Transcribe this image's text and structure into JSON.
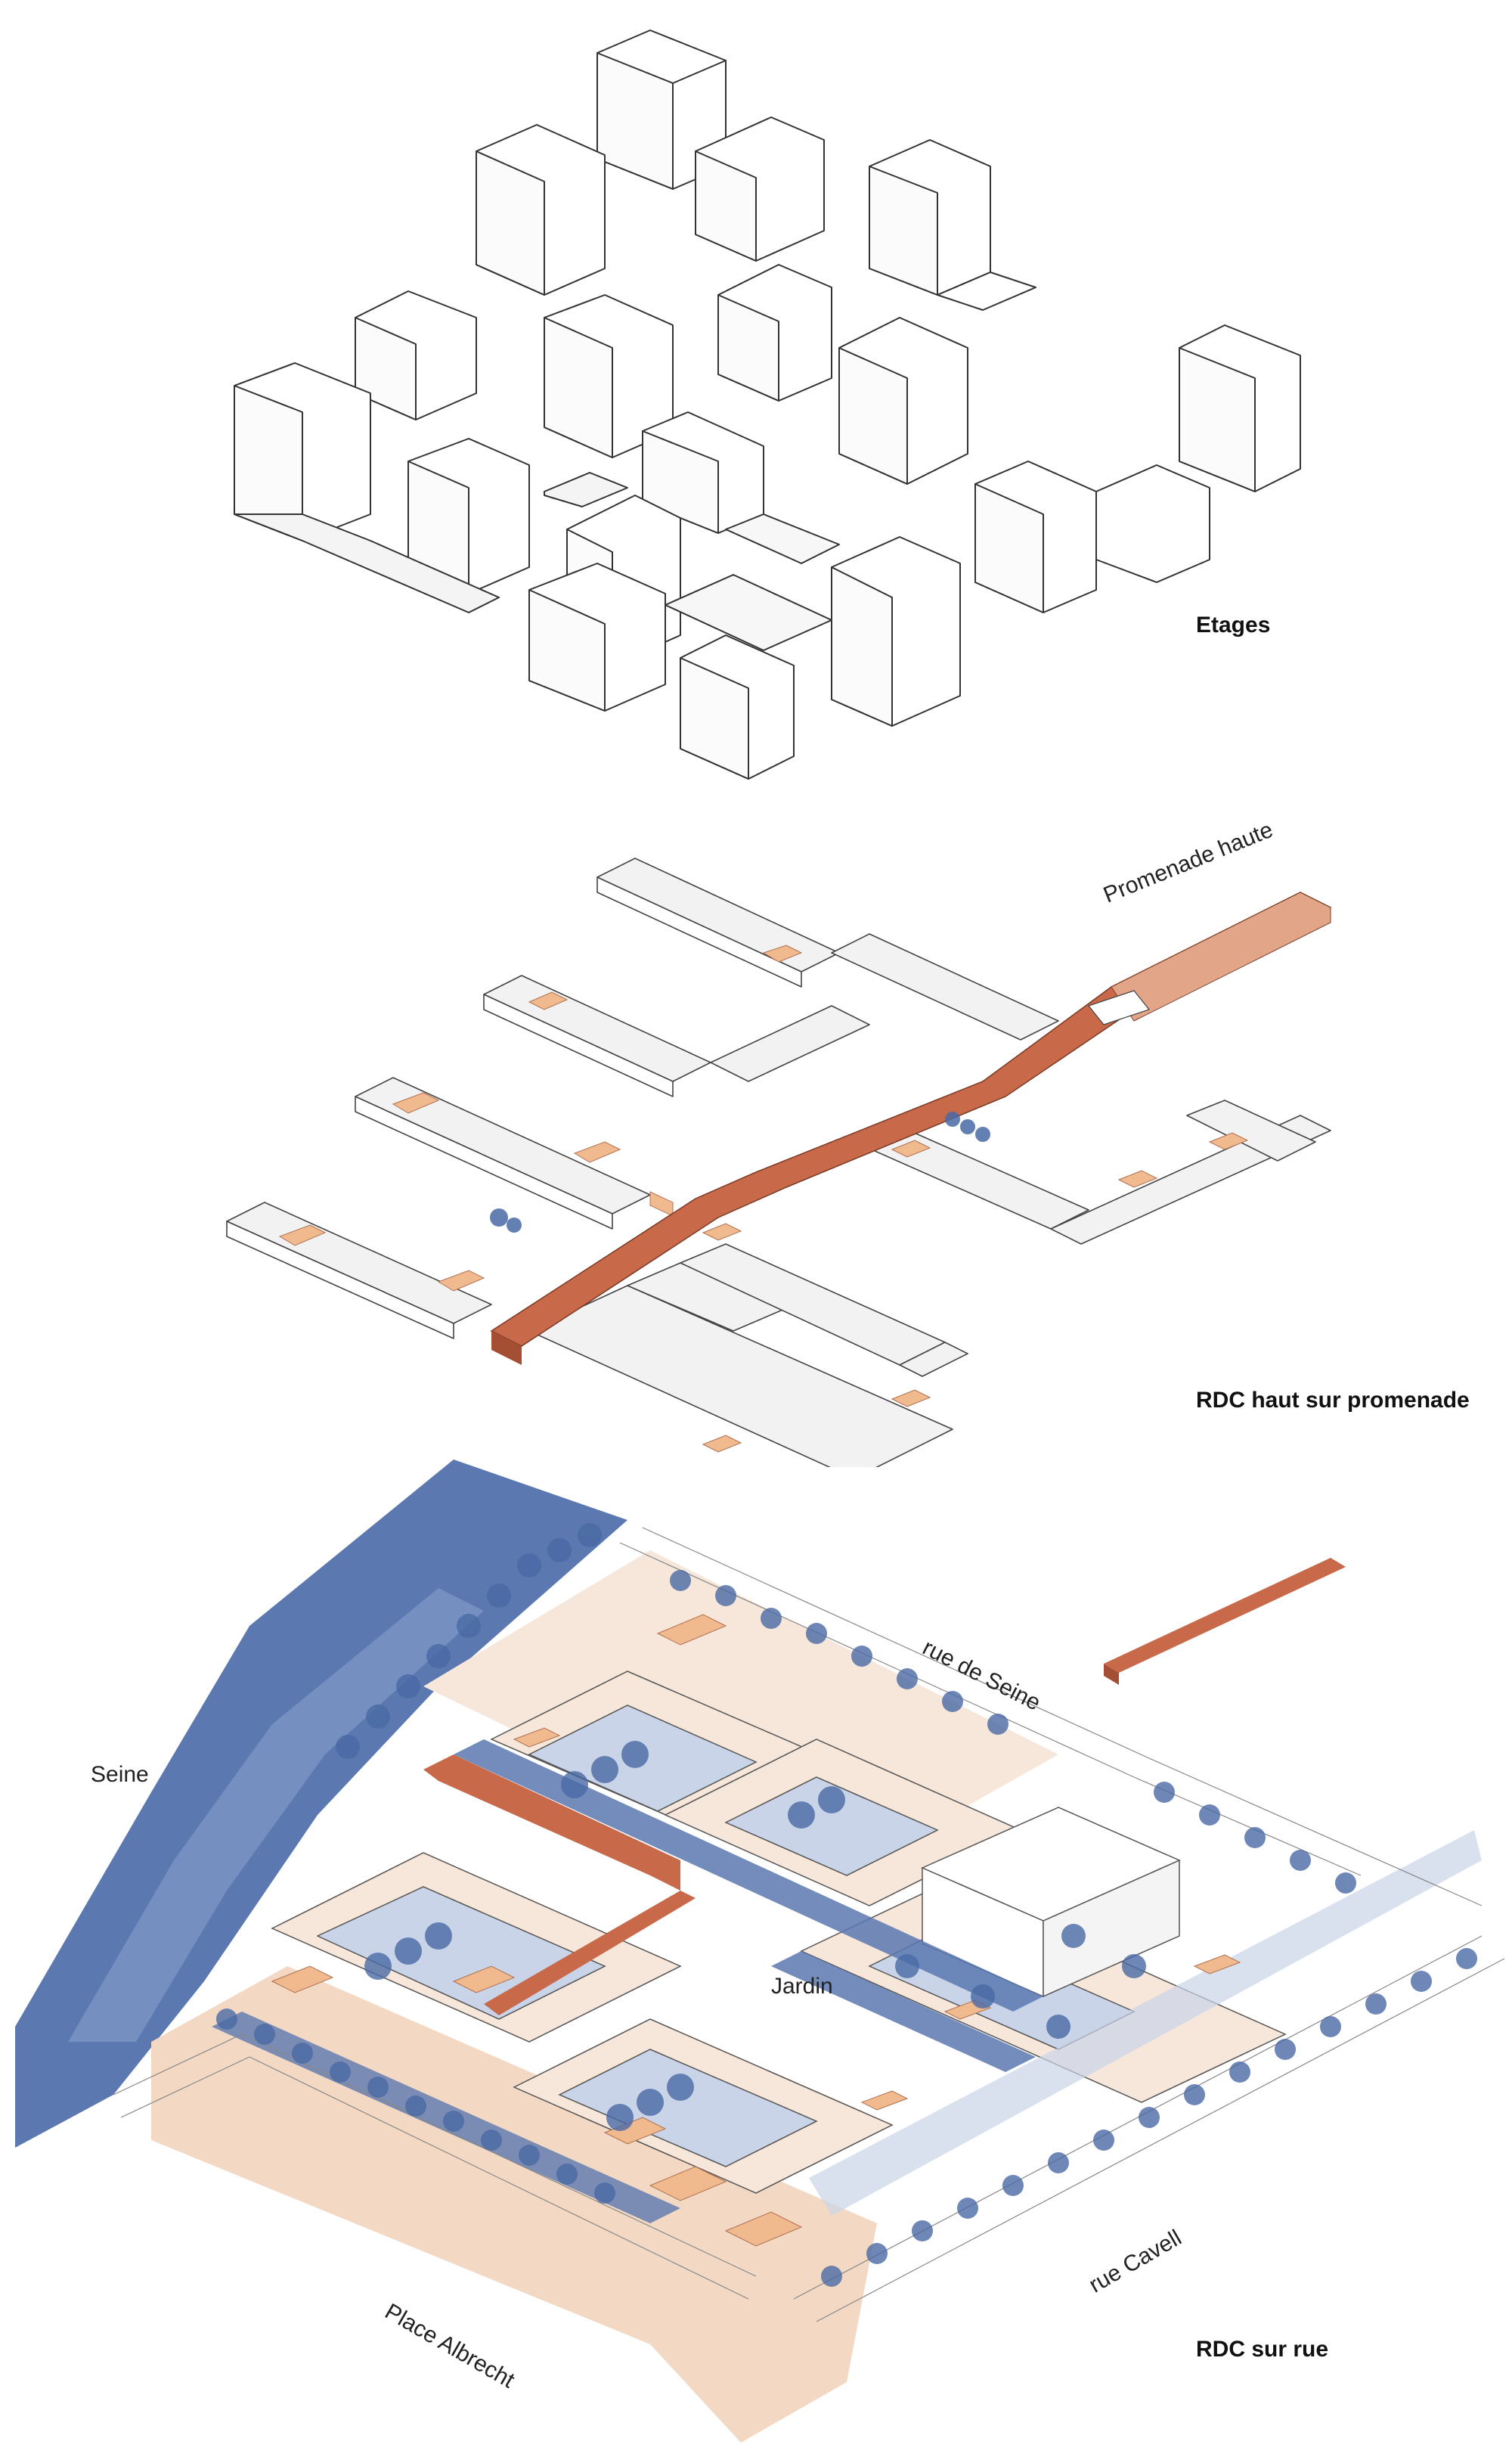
{
  "captions": {
    "etages": "Etages",
    "rdc_haut": "RDC haut sur promenade",
    "rdc_rue": "RDC sur rue"
  },
  "labels": {
    "promenade_haute": "Promenade haute",
    "rue_de_seine": "rue de Seine",
    "seine": "Seine",
    "jardin": "Jardin",
    "rue_cavell": "rue Cavell",
    "place_albrecht": "Place Albrecht"
  },
  "colors": {
    "line": "#333333",
    "water": "#5b78b0",
    "water_light": "#8fa6cf",
    "tree": "#4a6aa5",
    "sand": "#f3d9c4",
    "sand_light": "#f7e7da",
    "promenade": "#c8694a",
    "orange_block": "#f0b98e",
    "blue_courtyard": "#c9d4e8"
  }
}
